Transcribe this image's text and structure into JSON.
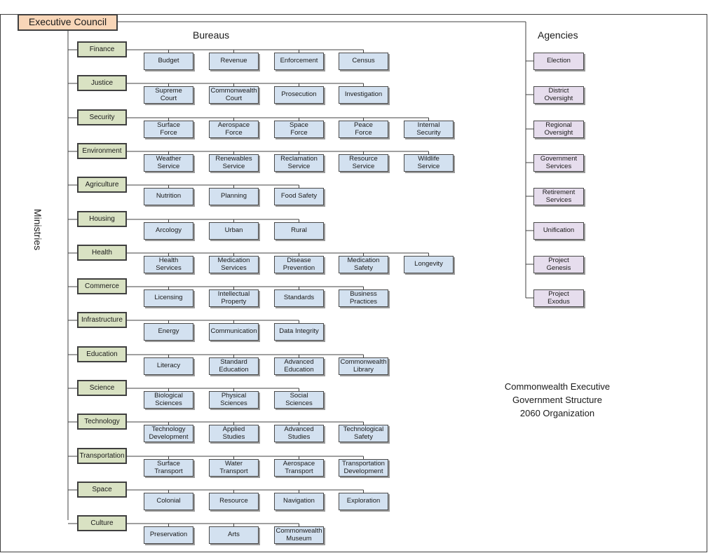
{
  "executive": "Executive Council",
  "headings": {
    "bureaus": "Bureaus",
    "agencies": "Agencies",
    "ministries": "Ministries"
  },
  "caption": [
    "Commonwealth Executive",
    "Government Structure",
    "2060 Organization"
  ],
  "colors": {
    "ministry_fill": "#d9e2c3",
    "bureau_fill": "#d3e1f0",
    "agency_fill": "#e6dded",
    "executive_fill": "#f8d6b8",
    "line": "#404040"
  },
  "ministries": [
    {
      "name": "Finance",
      "bureaus": [
        "Budget",
        "Revenue",
        "Enforcement",
        "Census"
      ]
    },
    {
      "name": "Justice",
      "bureaus": [
        "Supreme\nCourt",
        "Commonwealth\nCourt",
        "Prosecution",
        "Investigation"
      ]
    },
    {
      "name": "Security",
      "bureaus": [
        "Surface\nForce",
        "Aerospace\nForce",
        "Space\nForce",
        "Peace\nForce",
        "Internal\nSecurity"
      ]
    },
    {
      "name": "Environment",
      "bureaus": [
        "Weather\nService",
        "Renewables\nService",
        "Reclamation\nService",
        "Resource\nService",
        "Wildlife\nService"
      ]
    },
    {
      "name": "Agriculture",
      "bureaus": [
        "Nutrition",
        "Planning",
        "Food Safety"
      ]
    },
    {
      "name": "Housing",
      "bureaus": [
        "Arcology",
        "Urban",
        "Rural"
      ]
    },
    {
      "name": "Health",
      "bureaus": [
        "Health\nServices",
        "Medication\nServices",
        "Disease\nPrevention",
        "Medication\nSafety",
        "Longevity"
      ]
    },
    {
      "name": "Commerce",
      "bureaus": [
        "Licensing",
        "Intellectual\nProperty",
        "Standards",
        "Business\nPractices"
      ]
    },
    {
      "name": "Infrastructure",
      "bureaus": [
        "Energy",
        "Communication",
        "Data Integrity"
      ]
    },
    {
      "name": "Education",
      "bureaus": [
        "Literacy",
        "Standard\nEducation",
        "Advanced\nEducation",
        "Commonwealth\nLibrary"
      ]
    },
    {
      "name": "Science",
      "bureaus": [
        "Biological\nSciences",
        "Physical\nSciences",
        "Social\nSciences"
      ]
    },
    {
      "name": "Technology",
      "bureaus": [
        "Technology\nDevelopment",
        "Applied\nStudies",
        "Advanced\nStudies",
        "Technological\nSafety"
      ]
    },
    {
      "name": "Transportation",
      "bureaus": [
        "Surface\nTransport",
        "Water\nTransport",
        "Aerospace\nTransport",
        "Transportation\nDevelopment"
      ]
    },
    {
      "name": "Space",
      "bureaus": [
        "Colonial",
        "Resource",
        "Navigation",
        "Exploration"
      ]
    },
    {
      "name": "Culture",
      "bureaus": [
        "Preservation",
        "Arts",
        "Commonwealth\nMuseum"
      ]
    }
  ],
  "agencies": [
    "Election",
    "District\nOversight",
    "Regional\nOversight",
    "Government\nServices",
    "Retirement\nServices",
    "Unification",
    "Project\nGenesis",
    "Project\nExodus"
  ]
}
